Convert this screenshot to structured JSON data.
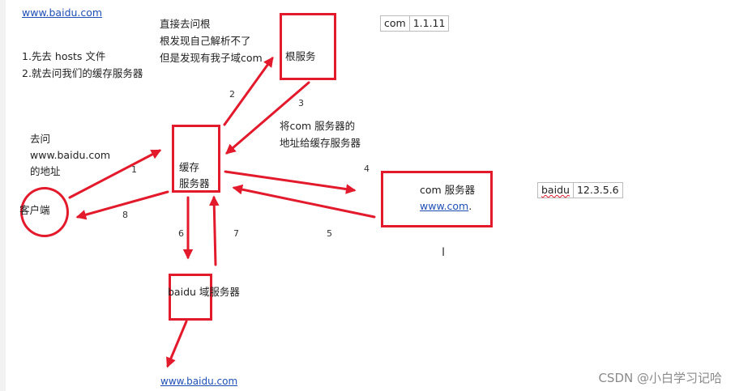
{
  "url_top": "www.baidu.com",
  "steps_list": [
    "1.先去 hosts  文件",
    "2.就去问我们的缓存服务器"
  ],
  "root_note": [
    "直接去问根",
    "根发现自己解析不了",
    "但是发现有我子域com"
  ],
  "root_box_label": "根服务",
  "com_table": {
    "key": "com",
    "value": "1.1.11"
  },
  "step3_note": [
    "将com 服务器的",
    "地址给缓存服务器"
  ],
  "client_note": [
    "去问",
    "www.baidu.com",
    "的地址"
  ],
  "cache_box_label": [
    "缓存",
    "服务器"
  ],
  "client_label": "客户端",
  "com_server": {
    "label": "com  服务器",
    "link": "www.com",
    "suffix": "."
  },
  "baidu_table": {
    "key": "baidu",
    "value": "12.3.5.6"
  },
  "baidu_server_label": "baidu 域服务器",
  "url_bottom": "www.baidu.com",
  "step_numbers": [
    "1",
    "2",
    "3",
    "4",
    "5",
    "6",
    "7",
    "8"
  ],
  "cursor_glyph": "I",
  "watermark": "CSDN @小白学习记哈",
  "colors": {
    "accent": "#e21a2c",
    "link": "#1f4fb5"
  }
}
